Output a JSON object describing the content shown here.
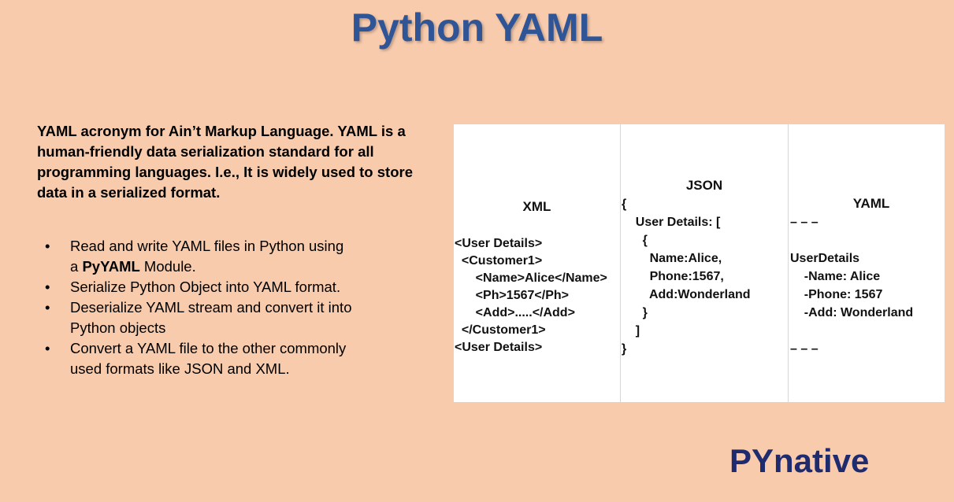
{
  "title": "Python YAML",
  "intro": "YAML acronym for Ain’t Markup Language. YAML is a human-friendly data serialization standard for all programming languages. I.e., It is widely used to store data in a serialized format.",
  "bullets": [
    {
      "pre": "Read and write YAML files in Python using a ",
      "bold": "PyYAML",
      "post": " Module."
    },
    {
      "pre": "Serialize Python Object into YAML format.",
      "bold": "",
      "post": ""
    },
    {
      "pre": "Deserialize YAML stream and convert it into Python objects",
      "bold": "",
      "post": ""
    },
    {
      "pre": "Convert a YAML file to the other commonly used formats like JSON and XML.",
      "bold": "",
      "post": ""
    }
  ],
  "bullet_symbol": "•",
  "comparison": {
    "xml": {
      "heading": "XML",
      "lines": [
        "<User Details>",
        "  <Customer1>",
        "      <Name>Alice</Name>",
        "      <Ph>1567</Ph>",
        "      <Add>.....</Add>",
        "  </Customer1>",
        "<User Details>"
      ]
    },
    "json": {
      "heading": "JSON",
      "lines": [
        "{",
        "    User Details: [",
        "      {",
        "        Name:Alice,",
        "        Phone:1567,",
        "        Add:Wonderland",
        "      }",
        "    ]",
        "}"
      ]
    },
    "yaml": {
      "heading": "YAML",
      "lines": [
        "– – –",
        "",
        "UserDetails",
        "    -Name: Alice",
        "    -Phone: 1567",
        "    -Add: Wonderland",
        "",
        "– – –"
      ]
    }
  },
  "brand": "PYnative",
  "colors": {
    "background": "#f8cbad",
    "title": "#2f5597",
    "brand": "#1f2b6f"
  }
}
